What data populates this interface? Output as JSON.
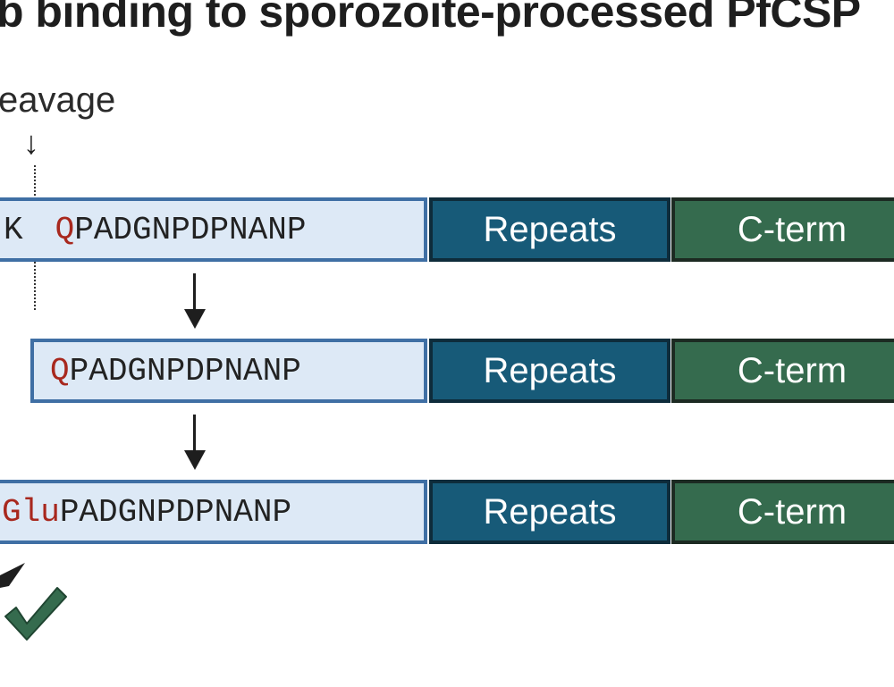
{
  "title": "b binding to sporozoite-processed PfCSP",
  "cleavage": {
    "label": "eavage",
    "arrow_glyph": "↓"
  },
  "rows": [
    {
      "nterm_prefix": "K",
      "nterm_highlight": "Q",
      "nterm_rest": "PADGNPDPNANP",
      "repeats_label": "Repeats",
      "cterm_label": "C-term"
    },
    {
      "nterm_prefix": "",
      "nterm_highlight": "Q",
      "nterm_rest": "PADGNPDPNANP",
      "repeats_label": "Repeats",
      "cterm_label": "C-term"
    },
    {
      "nterm_prefix": "",
      "nterm_highlight": "Glu",
      "nterm_rest": "PADGNPDPNANP",
      "repeats_label": "Repeats",
      "cterm_label": "C-term"
    }
  ],
  "icons": {
    "flow_arrow": "arrow-down-icon",
    "check": "checkmark-icon",
    "antibody": "antibody-fragment-icon"
  },
  "colors": {
    "nterm_fill": "#dde9f6",
    "nterm_border": "#3f6fa4",
    "repeats_fill": "#175a78",
    "cterm_fill": "#356b4e",
    "highlight_residue": "#a8281e",
    "check": "#356b4e"
  }
}
